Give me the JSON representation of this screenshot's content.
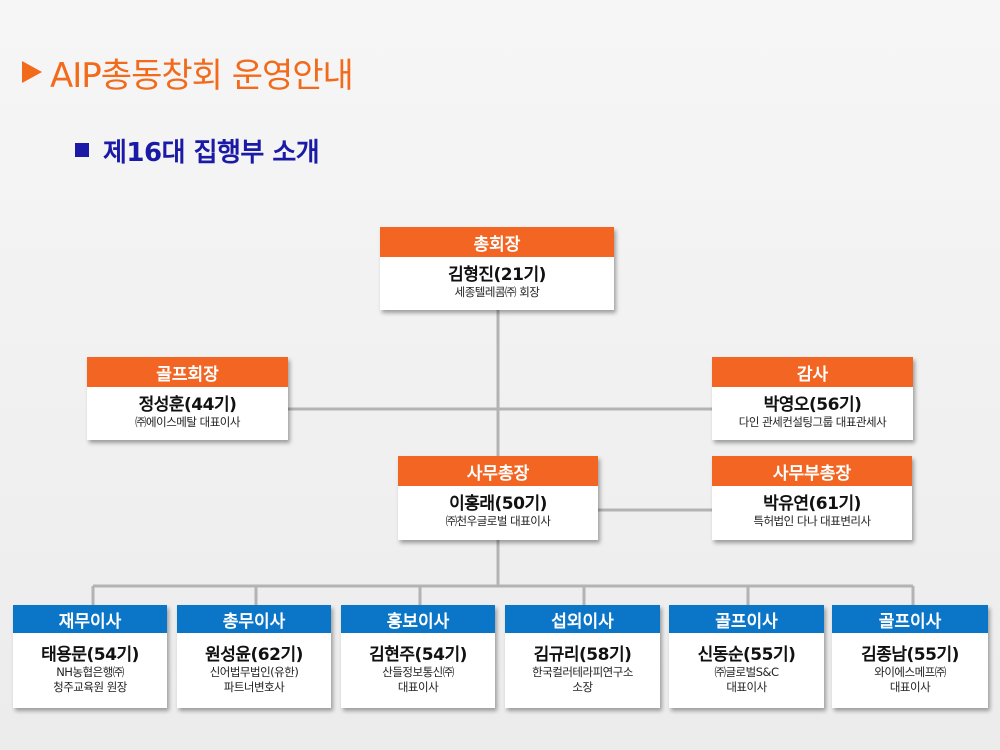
{
  "page": {
    "title": "AIP총동창회 운영안내",
    "subtitle": "제16대 집행부 소개",
    "accent_color": "#f26522",
    "blue_color": "#0b76c8",
    "title_color": "#f26a1b",
    "subtitle_color": "#1a1aa6"
  },
  "org": {
    "president": {
      "role": "총회장",
      "name": "김형진(21기)",
      "desc1": "세종텔레콤㈜ 회장"
    },
    "golf_chair": {
      "role": "골프회장",
      "name": "정성훈(44기)",
      "desc1": "㈜에이스메탈 대표이사"
    },
    "auditor": {
      "role": "감사",
      "name": "박영오(56기)",
      "desc1": "다인 관세컨설팅그룹 대표관세사"
    },
    "secretary_general": {
      "role": "사무총장",
      "name": "이홍래(50기)",
      "desc1": "㈜천우글로벌 대표이사"
    },
    "deputy_secretary": {
      "role": "사무부총장",
      "name": "박유연(61기)",
      "desc1": "특허법인 다나 대표변리사"
    },
    "directors": [
      {
        "role": "재무이사",
        "name": "태용문(54기)",
        "desc1": "NH농협은행㈜",
        "desc2": "청주교육원 원장"
      },
      {
        "role": "총무이사",
        "name": "원성윤(62기)",
        "desc1": "신어법무법인(유한)",
        "desc2": "파트너변호사"
      },
      {
        "role": "홍보이사",
        "name": "김현주(54기)",
        "desc1": "산들정보통신㈜",
        "desc2": "대표이사"
      },
      {
        "role": "섭외이사",
        "name": "김규리(58기)",
        "desc1": "한국컬러테라피연구소",
        "desc2": "소장"
      },
      {
        "role": "골프이사",
        "name": "신동순(55기)",
        "desc1": "㈜글로벌S&C",
        "desc2": "대표이사"
      },
      {
        "role": "골프이사",
        "name": "김종남(55기)",
        "desc1": "와이에스메프㈜",
        "desc2": "대표이사"
      }
    ]
  }
}
